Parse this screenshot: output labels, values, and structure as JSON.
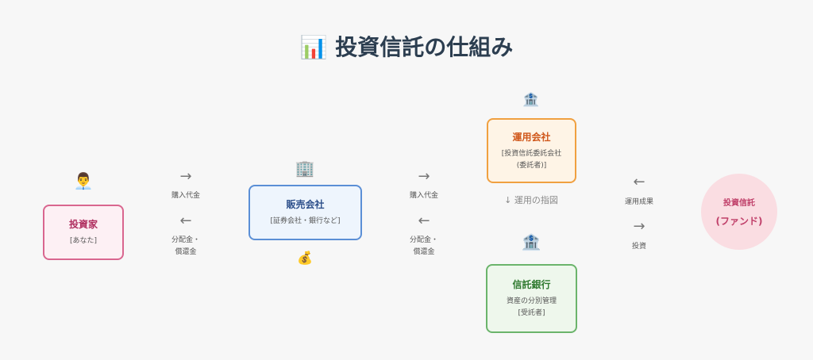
{
  "title": {
    "icon": "📊",
    "text": "投資信託の仕組み"
  },
  "investor": {
    "icon": "👨‍💼",
    "title": "投資家",
    "subtitle": "[あなた]"
  },
  "sales": {
    "icon": "🏢",
    "bottom_icon": "💰",
    "title": "販売会社",
    "subtitle": "[証券会社・銀行など]"
  },
  "management": {
    "icon": "🏦",
    "title": "運用会社",
    "subtitle1": "[投資信託委託会社",
    "subtitle2": "(委託者)]"
  },
  "instruction": "↓ 運用の指図",
  "trust_bank": {
    "icon": "🏦",
    "title": "信託銀行",
    "subtitle1": "資産の分別管理",
    "subtitle2": "[受託者]"
  },
  "fund": {
    "line1": "投資信託",
    "line2": "(ファンド)"
  },
  "flow1": {
    "right_arrow": "→",
    "right_label": "購入代金",
    "left_arrow": "←",
    "left_label1": "分配金・",
    "left_label2": "償還金"
  },
  "flow2": {
    "right_arrow": "→",
    "right_label": "購入代金",
    "left_arrow": "←",
    "left_label1": "分配金・",
    "left_label2": "償還金"
  },
  "flow3": {
    "left_arrow": "←",
    "left_label": "運用成果",
    "right_arrow": "→",
    "right_label": "投資"
  },
  "colors": {
    "investor": "#d9668f",
    "sales": "#5b8fd6",
    "management": "#f0a040",
    "trust": "#6bb46b",
    "fund": "#fadde2"
  }
}
